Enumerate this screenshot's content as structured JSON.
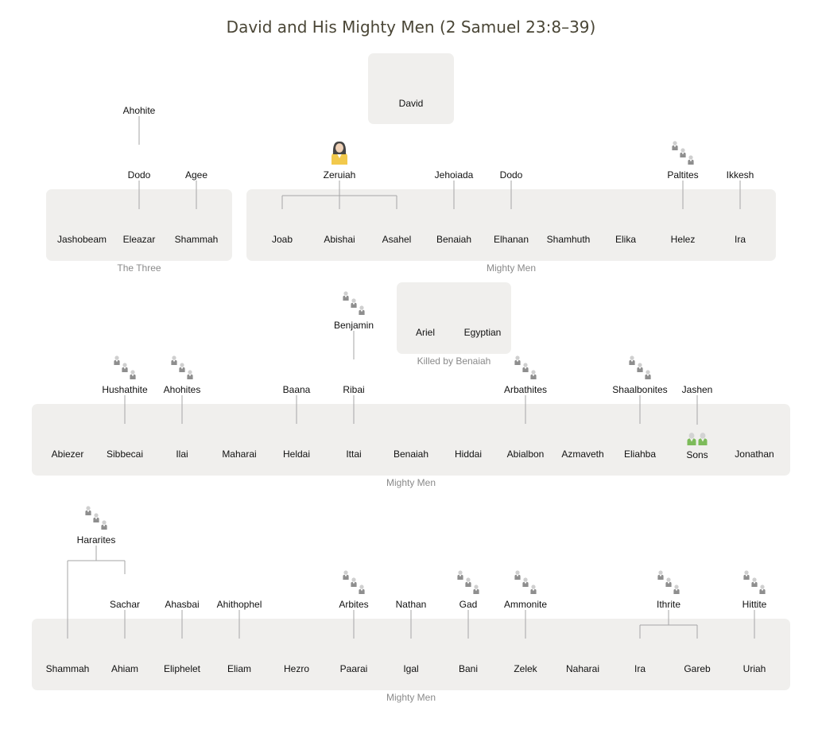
{
  "title": "David and His Mighty Men (2 Samuel 23:8–39)",
  "colors": {
    "person": "#7dbb5a",
    "head": "#d3d3d3",
    "group_icon": "#8e8e8e",
    "woman": "#f2c94c",
    "group_bg": "#f0efed",
    "line": "#a6a6a6"
  },
  "nodes": {
    "david": {
      "label": "David",
      "icon": "man-icon"
    },
    "ahohite": {
      "label": "Ahohite",
      "icon": "man-icon"
    },
    "dodo1": {
      "label": "Dodo",
      "icon": "man-icon"
    },
    "agee": {
      "label": "Agee",
      "icon": "man-icon"
    },
    "zeruiah": {
      "label": "Zeruiah",
      "icon": "woman-icon"
    },
    "jehoiada": {
      "label": "Jehoiada",
      "icon": "man-icon"
    },
    "dodo2": {
      "label": "Dodo",
      "icon": "man-icon"
    },
    "paltites": {
      "label": "Paltites",
      "icon": "people-group-icon"
    },
    "ikkesh": {
      "label": "Ikkesh",
      "icon": "man-icon"
    },
    "jashobeam": {
      "label": "Jashobeam",
      "icon": "man-icon"
    },
    "eleazar": {
      "label": "Eleazar",
      "icon": "man-icon"
    },
    "shammah1": {
      "label": "Shammah",
      "icon": "man-icon"
    },
    "joab": {
      "label": "Joab",
      "icon": "man-icon"
    },
    "abishai": {
      "label": "Abishai",
      "icon": "man-icon"
    },
    "asahel": {
      "label": "Asahel",
      "icon": "man-icon"
    },
    "benaiah1": {
      "label": "Benaiah",
      "icon": "man-icon"
    },
    "elhanan": {
      "label": "Elhanan",
      "icon": "man-icon"
    },
    "shamhuth": {
      "label": "Shamhuth",
      "icon": "man-icon"
    },
    "elika": {
      "label": "Elika",
      "icon": "man-icon"
    },
    "helez": {
      "label": "Helez",
      "icon": "man-icon"
    },
    "ira1": {
      "label": "Ira",
      "icon": "man-icon"
    },
    "benjamin": {
      "label": "Benjamin",
      "icon": "people-group-icon"
    },
    "ariel": {
      "label": "Ariel",
      "icon": "man-icon"
    },
    "egyptian": {
      "label": "Egyptian",
      "icon": "man-icon"
    },
    "hushathite": {
      "label": "Hushathite",
      "icon": "people-group-icon"
    },
    "ahohites": {
      "label": "Ahohites",
      "icon": "people-group-icon"
    },
    "baana": {
      "label": "Baana",
      "icon": "man-icon"
    },
    "ribai": {
      "label": "Ribai",
      "icon": "man-icon"
    },
    "arbathites": {
      "label": "Arbathites",
      "icon": "people-group-icon"
    },
    "shaalbonites": {
      "label": "Shaalbonites",
      "icon": "people-group-icon"
    },
    "jashen": {
      "label": "Jashen",
      "icon": "man-icon"
    },
    "abiezer": {
      "label": "Abiezer",
      "icon": "man-icon"
    },
    "sibbecai": {
      "label": "Sibbecai",
      "icon": "man-icon"
    },
    "ilai": {
      "label": "Ilai",
      "icon": "man-icon"
    },
    "maharai": {
      "label": "Maharai",
      "icon": "man-icon"
    },
    "heldai": {
      "label": "Heldai",
      "icon": "man-icon"
    },
    "ittai": {
      "label": "Ittai",
      "icon": "man-icon"
    },
    "benaiah2": {
      "label": "Benaiah",
      "icon": "man-icon"
    },
    "hiddai": {
      "label": "Hiddai",
      "icon": "man-icon"
    },
    "abialbon": {
      "label": "Abialbon",
      "icon": "man-icon"
    },
    "azmaveth": {
      "label": "Azmaveth",
      "icon": "man-icon"
    },
    "eliahba": {
      "label": "Eliahba",
      "icon": "man-icon"
    },
    "sons": {
      "label": "Sons",
      "icon": "two-men-icon"
    },
    "jonathan": {
      "label": "Jonathan",
      "icon": "man-icon"
    },
    "hararites": {
      "label": "Hararites",
      "icon": "people-group-icon"
    },
    "sachar": {
      "label": "Sachar",
      "icon": "man-icon"
    },
    "ahasbai": {
      "label": "Ahasbai",
      "icon": "man-icon"
    },
    "ahithophel": {
      "label": "Ahithophel",
      "icon": "man-icon"
    },
    "arbites": {
      "label": "Arbites",
      "icon": "people-group-icon"
    },
    "nathan": {
      "label": "Nathan",
      "icon": "man-icon"
    },
    "gad": {
      "label": "Gad",
      "icon": "people-group-icon"
    },
    "ammonite": {
      "label": "Ammonite",
      "icon": "people-group-icon"
    },
    "ithrite": {
      "label": "Ithrite",
      "icon": "people-group-icon"
    },
    "hittite": {
      "label": "Hittite",
      "icon": "people-group-icon"
    },
    "shammah2": {
      "label": "Shammah",
      "icon": "man-icon"
    },
    "ahiam": {
      "label": "Ahiam",
      "icon": "man-icon"
    },
    "eliphelet": {
      "label": "Eliphelet",
      "icon": "man-icon"
    },
    "eliam": {
      "label": "Eliam",
      "icon": "man-icon"
    },
    "hezro": {
      "label": "Hezro",
      "icon": "man-icon"
    },
    "paarai": {
      "label": "Paarai",
      "icon": "man-icon"
    },
    "igal": {
      "label": "Igal",
      "icon": "man-icon"
    },
    "bani": {
      "label": "Bani",
      "icon": "man-icon"
    },
    "zelek": {
      "label": "Zelek",
      "icon": "man-icon"
    },
    "naharai": {
      "label": "Naharai",
      "icon": "man-icon"
    },
    "ira2": {
      "label": "Ira",
      "icon": "man-icon"
    },
    "gareb": {
      "label": "Gareb",
      "icon": "man-icon"
    },
    "uriah": {
      "label": "Uriah",
      "icon": "man-icon"
    }
  },
  "groups": {
    "the_three": "The Three",
    "mighty_men_1": "Mighty Men",
    "killed_by_benaiah": "Killed by Benaiah",
    "mighty_men_2": "Mighty Men",
    "mighty_men_3": "Mighty Men"
  },
  "edges": [
    [
      "ahohite",
      "dodo1"
    ],
    [
      "dodo1",
      "eleazar"
    ],
    [
      "agee",
      "shammah1"
    ],
    [
      "zeruiah",
      "joab"
    ],
    [
      "zeruiah",
      "abishai"
    ],
    [
      "zeruiah",
      "asahel"
    ],
    [
      "jehoiada",
      "benaiah1"
    ],
    [
      "dodo2",
      "elhanan"
    ],
    [
      "paltites",
      "helez"
    ],
    [
      "ikkesh",
      "ira1"
    ],
    [
      "benjamin",
      "ribai"
    ],
    [
      "hushathite",
      "sibbecai"
    ],
    [
      "ahohites",
      "ilai"
    ],
    [
      "baana",
      "heldai"
    ],
    [
      "ribai",
      "ittai"
    ],
    [
      "arbathites",
      "abialbon"
    ],
    [
      "shaalbonites",
      "eliahba"
    ],
    [
      "jashen",
      "sons"
    ],
    [
      "hararites",
      "shammah2"
    ],
    [
      "hararites",
      "sachar"
    ],
    [
      "sachar",
      "ahiam"
    ],
    [
      "ahasbai",
      "eliphelet"
    ],
    [
      "ahithophel",
      "eliam"
    ],
    [
      "arbites",
      "paarai"
    ],
    [
      "nathan",
      "igal"
    ],
    [
      "gad",
      "bani"
    ],
    [
      "ammonite",
      "zelek"
    ],
    [
      "ithrite",
      "ira2"
    ],
    [
      "ithrite",
      "gareb"
    ],
    [
      "hittite",
      "uriah"
    ]
  ]
}
